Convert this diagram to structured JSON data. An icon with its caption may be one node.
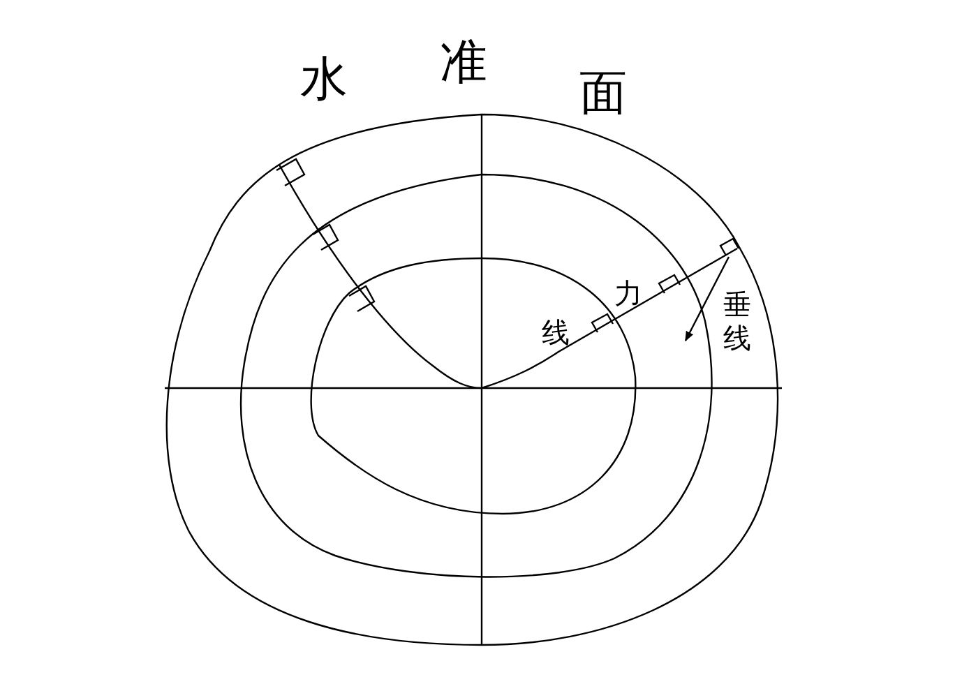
{
  "diagram": {
    "labels": [
      "水准面",
      "力线",
      "垂线"
    ]
  }
}
